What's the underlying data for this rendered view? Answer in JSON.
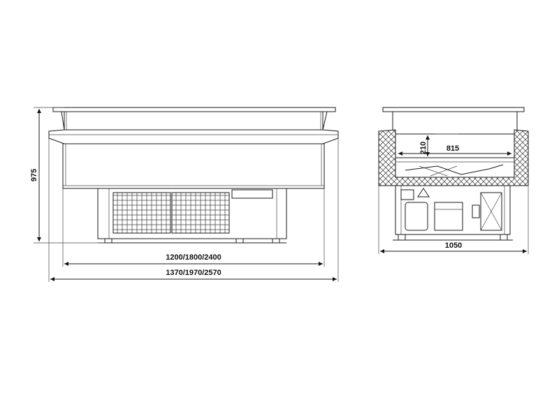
{
  "front_view": {
    "height_label": "975",
    "inner_length_label": "1200/1800/2400",
    "outer_length_label": "1370/1970/2570"
  },
  "side_view": {
    "depth_label": "1050",
    "inner_width_label": "815",
    "inner_height_label": "210"
  }
}
